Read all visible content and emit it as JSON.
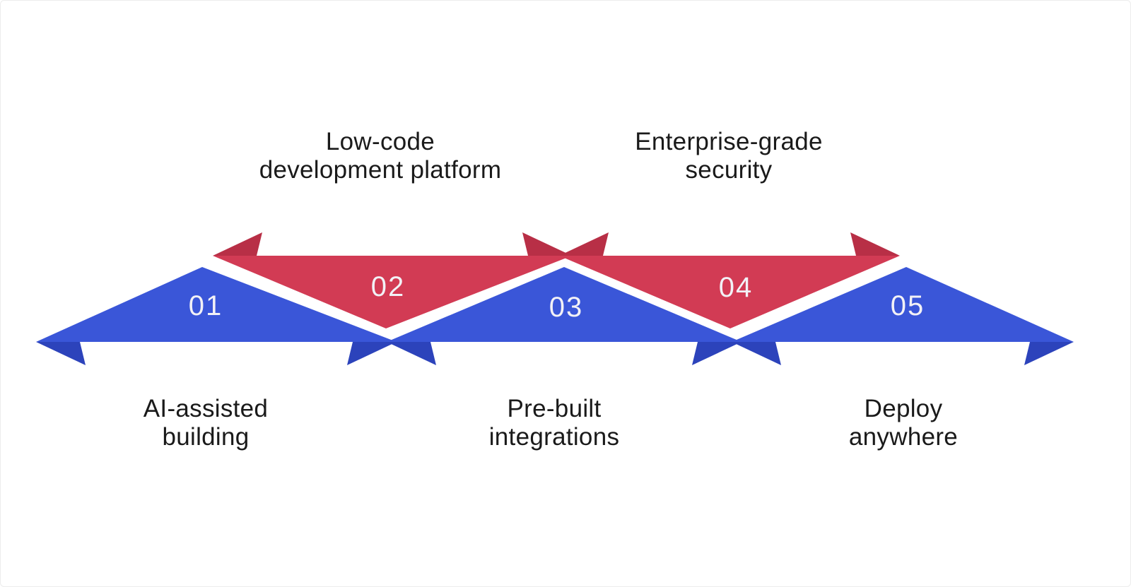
{
  "diagram": {
    "steps": [
      {
        "number": "01",
        "color": "blue",
        "label_position": "bottom",
        "label_lines": [
          "AI-assisted",
          "building"
        ]
      },
      {
        "number": "02",
        "color": "red",
        "label_position": "top",
        "label_lines": [
          "Low-code",
          "development platform"
        ]
      },
      {
        "number": "03",
        "color": "blue",
        "label_position": "bottom",
        "label_lines": [
          "Pre-built",
          "integrations"
        ]
      },
      {
        "number": "04",
        "color": "red",
        "label_position": "top",
        "label_lines": [
          "Enterprise-grade",
          "security"
        ]
      },
      {
        "number": "05",
        "color": "blue",
        "label_position": "bottom",
        "label_lines": [
          "Deploy",
          "anywhere"
        ]
      }
    ],
    "colors": {
      "blue": "#3A56D8",
      "blue_dark": "#2C43BB",
      "red": "#D23B54",
      "red_dark": "#B82F46",
      "number_text": "#F2F1F6",
      "label_text": "#1A1A1A",
      "background": "#FFFFFF"
    }
  }
}
